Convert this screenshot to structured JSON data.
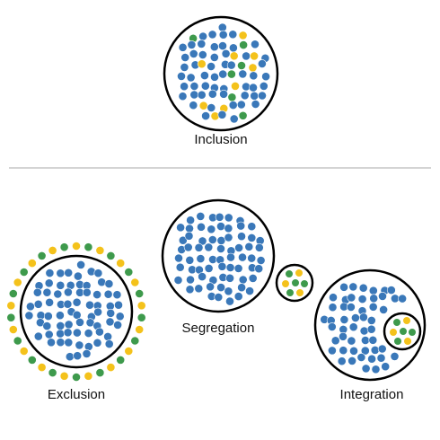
{
  "labels": {
    "inclusion": "Inclusion",
    "segregation": "Segregation",
    "exclusion": "Exclusion",
    "integration": "Integration"
  },
  "colors": {
    "blue": "#3a78b9",
    "green": "#3e9a4c",
    "yellow": "#f4c21b",
    "outline": "#000000",
    "divider": "#bbbbbb",
    "dot_stroke": "#ffffff"
  }
}
